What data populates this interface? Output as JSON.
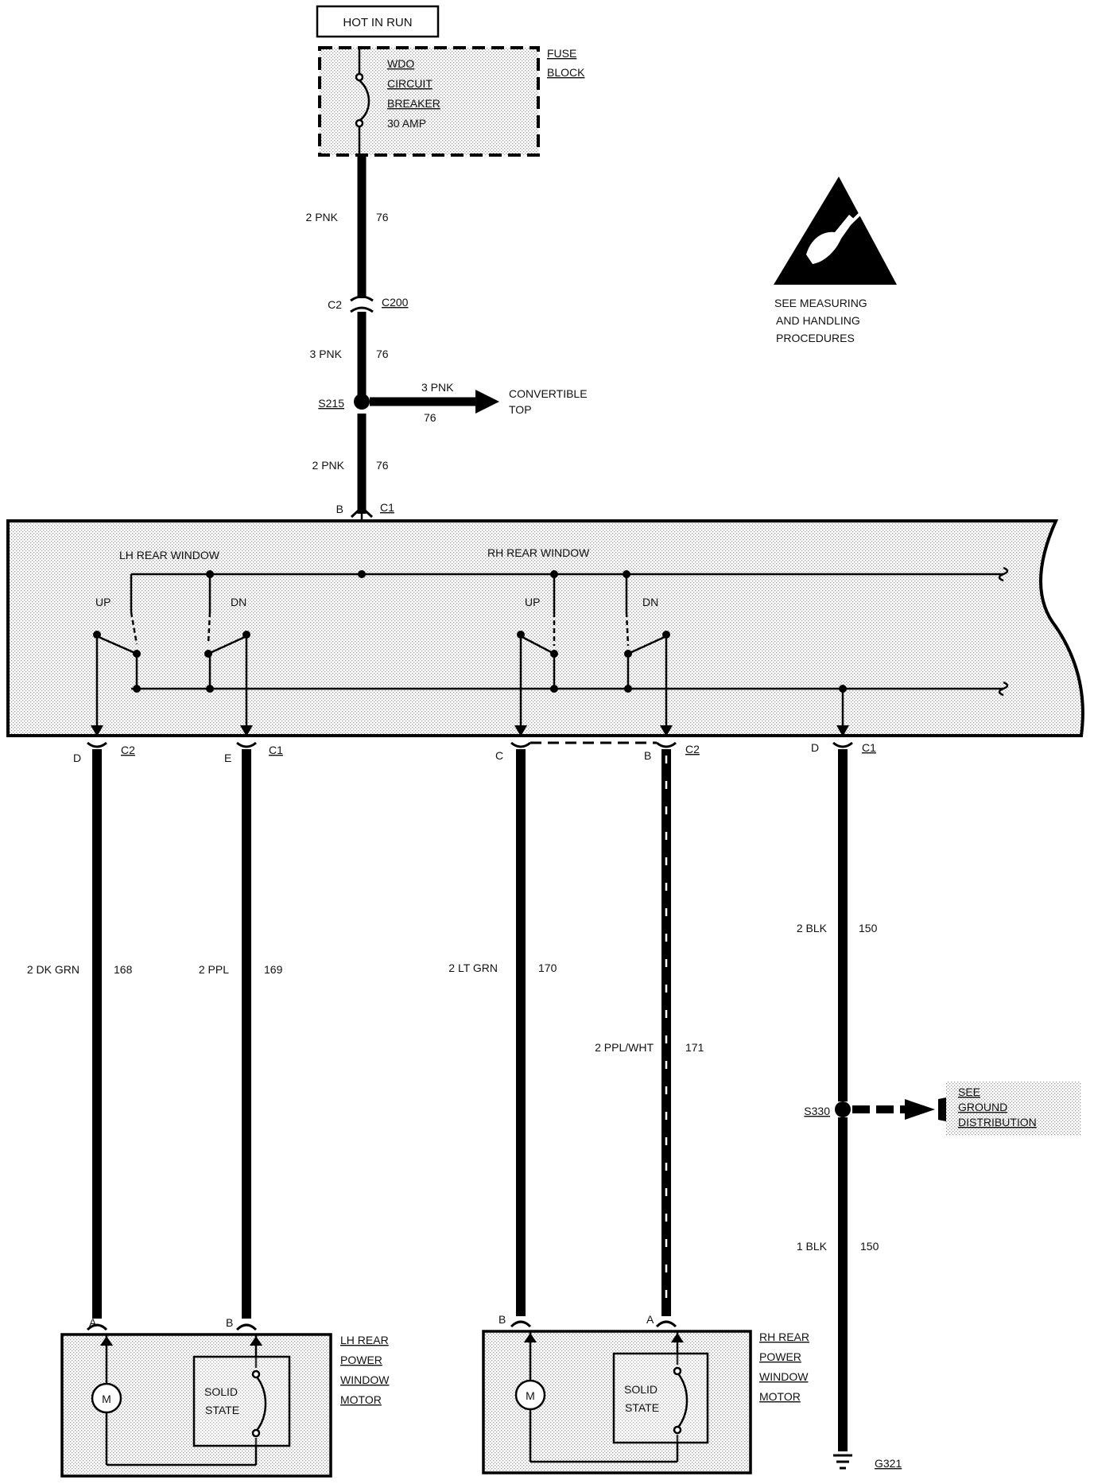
{
  "power": {
    "hot_in_run": "HOT IN RUN",
    "breaker_label": [
      "WDO",
      "CIRCUIT",
      "BREAKER",
      "30 AMP"
    ],
    "fuse_block": [
      "FUSE",
      "BLOCK"
    ]
  },
  "esd_notice": [
    "SEE MEASURING",
    "AND HANDLING",
    "PROCEDURES"
  ],
  "feed": {
    "w1_color": "2 PNK",
    "w1_circuit": "76",
    "c2": "C2",
    "c200": "C200",
    "w2_color": "3 PNK",
    "w2_circuit": "76",
    "s215": "S215",
    "branch_color": "3 PNK",
    "branch_circuit": "76",
    "branch_dest": [
      "CONVERTIBLE",
      "TOP"
    ],
    "w3_color": "2 PNK",
    "w3_circuit": "76",
    "pin_b": "B",
    "conn_c1": "C1"
  },
  "switch": {
    "lh_title": "LH REAR WINDOW",
    "rh_title": "RH REAR WINDOW",
    "up": "UP",
    "dn": "DN"
  },
  "outputs": [
    {
      "pin": "D",
      "conn": "C2",
      "color": "2 DK GRN",
      "circuit": "168"
    },
    {
      "pin": "E",
      "conn": "C1",
      "color": "2 PPL",
      "circuit": "169"
    },
    {
      "pin": "C",
      "conn": "",
      "color": "2 LT GRN",
      "circuit": "170"
    },
    {
      "pin": "B",
      "conn": "C2",
      "color": "2 PPL/WHT",
      "circuit": "171"
    },
    {
      "pin": "D",
      "conn": "C1",
      "color": "2 BLK",
      "circuit": "150"
    }
  ],
  "ground": {
    "s330": "S330",
    "see_ground": [
      "SEE",
      "GROUND",
      "DISTRIBUTION"
    ],
    "lower_color": "1 BLK",
    "lower_circuit": "150",
    "g321": "G321"
  },
  "lh_motor": {
    "pin_a": "A",
    "pin_b": "B",
    "motor_symbol": "M",
    "solid_state": [
      "SOLID",
      "STATE"
    ],
    "label": [
      "LH REAR",
      "POWER",
      "WINDOW",
      "MOTOR"
    ]
  },
  "rh_motor": {
    "pin_b": "B",
    "pin_a": "A",
    "motor_symbol": "M",
    "solid_state": [
      "SOLID",
      "STATE"
    ],
    "label": [
      "RH REAR",
      "POWER",
      "WINDOW",
      "MOTOR"
    ]
  }
}
